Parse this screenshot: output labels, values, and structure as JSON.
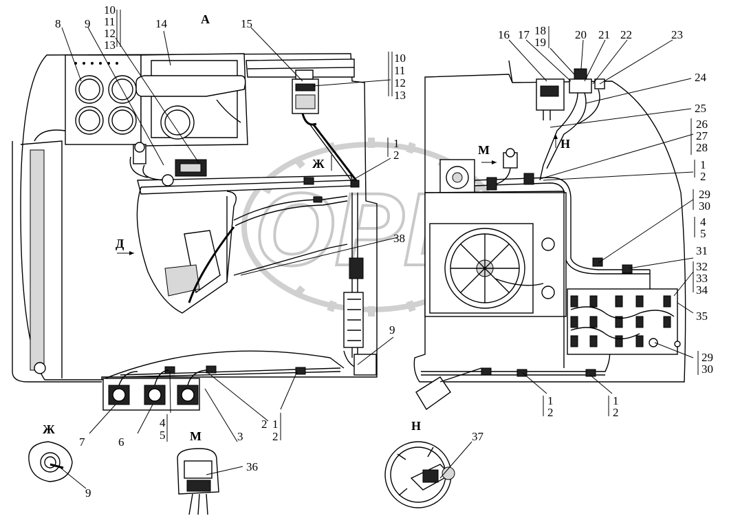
{
  "watermark": {
    "text": "OPEX"
  },
  "callouts": {
    "c8": "8",
    "c9a": "9",
    "c10a": "10",
    "c11a": "11",
    "c12a": "12",
    "c13a": "13",
    "c14": "14",
    "cA": "А",
    "c15": "15",
    "c10b": "10",
    "c11b": "11",
    "c12b": "12",
    "c13b": "13",
    "c16": "16",
    "c17": "17",
    "c18": "18",
    "c19": "19",
    "c20": "20",
    "c21": "21",
    "c22": "22",
    "c23": "23",
    "c24": "24",
    "c25": "25",
    "cH": "Н",
    "c26": "26",
    "c27": "27",
    "c28": "28",
    "cM": "М",
    "c1a": "1",
    "c2a": "2",
    "cZh": "Ж",
    "c1b": "1",
    "c2b": "2",
    "c29a": "29",
    "c30a": "30",
    "c4a": "4",
    "c5a": "5",
    "c31": "31",
    "c32": "32",
    "c33": "33",
    "c34": "34",
    "c35": "35",
    "cD": "Д",
    "c38": "38",
    "c9b": "9",
    "c29b": "29",
    "c30b": "30",
    "c7": "7",
    "c6": "6",
    "c4b": "4",
    "c5b": "5",
    "c3": "3",
    "c2c": "2",
    "c1c": "1",
    "c2d": "2",
    "c1d": "1",
    "c2e": "2",
    "c1e": "1",
    "c2f": "2"
  },
  "detail_views": {
    "zh": {
      "label": "Ж",
      "part": "9"
    },
    "m": {
      "label": "М",
      "part": "36"
    },
    "n": {
      "label": "Н",
      "part": "37"
    }
  }
}
